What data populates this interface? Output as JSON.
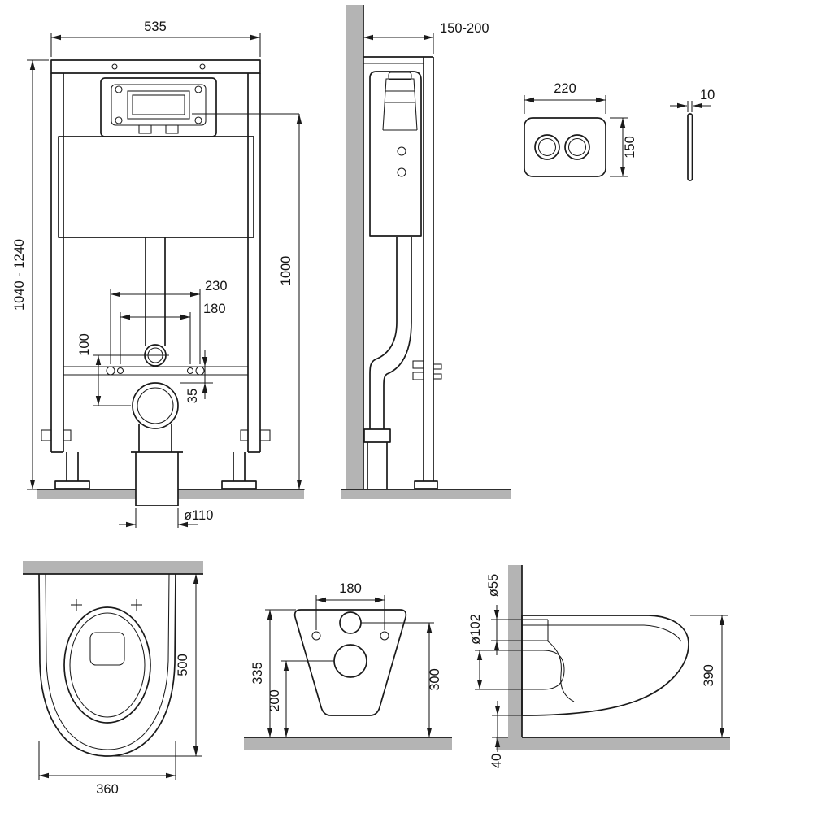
{
  "sheet": {
    "background": "#ffffff",
    "line_color": "#1a1a1a",
    "wall_color": "#b4b4b4"
  },
  "frame_front": {
    "width": "535",
    "height_range": "1040 - 1240",
    "actuation_height": "1000",
    "supply_spacing_outer": "230",
    "supply_spacing_inner": "180",
    "inlet_to_drain": "100",
    "drain_offset": "35",
    "drain_diameter": "ø110"
  },
  "frame_side": {
    "depth_range": "150-200"
  },
  "flush_plate": {
    "width": "220",
    "height": "150",
    "thickness": "10"
  },
  "bowl_top": {
    "depth": "500",
    "width": "360"
  },
  "bowl_rear": {
    "bolt_spacing": "180",
    "overall_height": "335",
    "outlet_height": "200",
    "inlet_height": "300"
  },
  "bowl_side": {
    "inlet_diameter": "ø55",
    "outlet_diameter": "ø102",
    "rim_height": "390",
    "bottom_clearance": "40"
  }
}
